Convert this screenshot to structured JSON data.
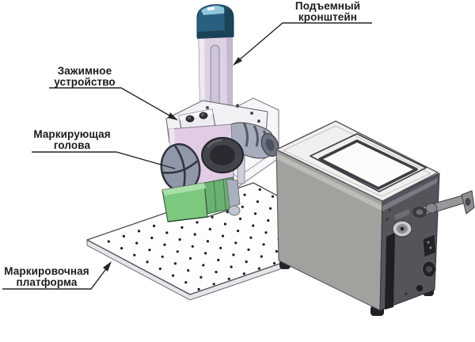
{
  "diagram": {
    "type": "technical-illustration",
    "subject": "Laser marking machine component diagram",
    "background": "#ffffff",
    "labels": {
      "lifting_bracket": {
        "line1": "Подъемный",
        "line2": "кронштейн"
      },
      "clamping_device": {
        "line1": "Зажимное",
        "line2": "устройство"
      },
      "marking_head": {
        "line1": "Маркирующая",
        "line2": "голова"
      },
      "marking_platform": {
        "line1": "Маркировочная",
        "line2": "платформа"
      }
    },
    "colors": {
      "column_cap": "#2a607f",
      "column_cap_dark": "#1a4156",
      "column_body": "#dcd2e4",
      "head_plate": "#f2f2f5",
      "head_front_pink": "#e0cde4",
      "head_green": "#7cc87f",
      "head_green_dark": "#69b271",
      "box_top": "#f1f0ee",
      "box_front": "#a3a19d",
      "box_side": "#56545b",
      "platform_fill": "#fdfdfd",
      "hole_color": "#1c1c1e",
      "leader_line": "#262626"
    },
    "platform_holes": {
      "rows": 8,
      "cols": 11
    }
  }
}
